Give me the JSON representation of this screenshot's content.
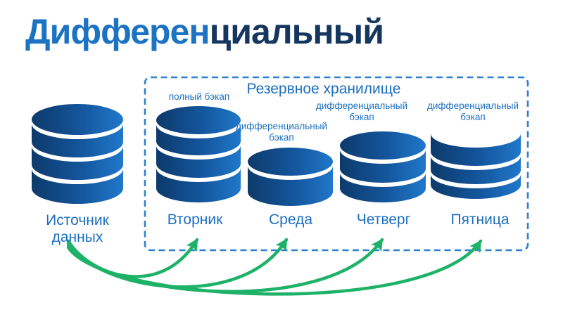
{
  "title": {
    "full": "Дифференциальный",
    "part1": "Дифферен",
    "part2": "циальный"
  },
  "storage_box": {
    "title": "Резервное хранилище"
  },
  "source": {
    "label": "Источник данных",
    "icon": "database-cylinder-icon",
    "layers": 4
  },
  "days": [
    {
      "day": "Вторник",
      "backup_label": "полный бэкап",
      "backup_type": "full",
      "layers": 4,
      "icon": "database-cylinder-icon"
    },
    {
      "day": "Среда",
      "backup_label": "дифференциальный бэкап",
      "backup_type": "differential",
      "layers": 2,
      "icon": "database-cylinder-icon"
    },
    {
      "day": "Четверг",
      "backup_label": "дифференциальный бэкап",
      "backup_type": "differential",
      "layers": 3,
      "icon": "database-cylinder-icon"
    },
    {
      "day": "Пятница",
      "backup_label": "дифференциальный бэкап",
      "backup_type": "differential",
      "layers": 3,
      "icon": "database-crescent-icon"
    }
  ],
  "arrows": {
    "from": "Источник данных",
    "to": [
      "Вторник",
      "Среда",
      "Четверг",
      "Пятница"
    ],
    "color": "#1eb268"
  },
  "colors": {
    "title_light": "#1c73c4",
    "title_dark": "#15375f",
    "label_blue": "#1c6fbf",
    "dashed_border": "#2e80d2",
    "cylinder_dark": "#0d3a6b",
    "cylinder_light": "#2078ca",
    "arrow_green": "#1eb268"
  }
}
